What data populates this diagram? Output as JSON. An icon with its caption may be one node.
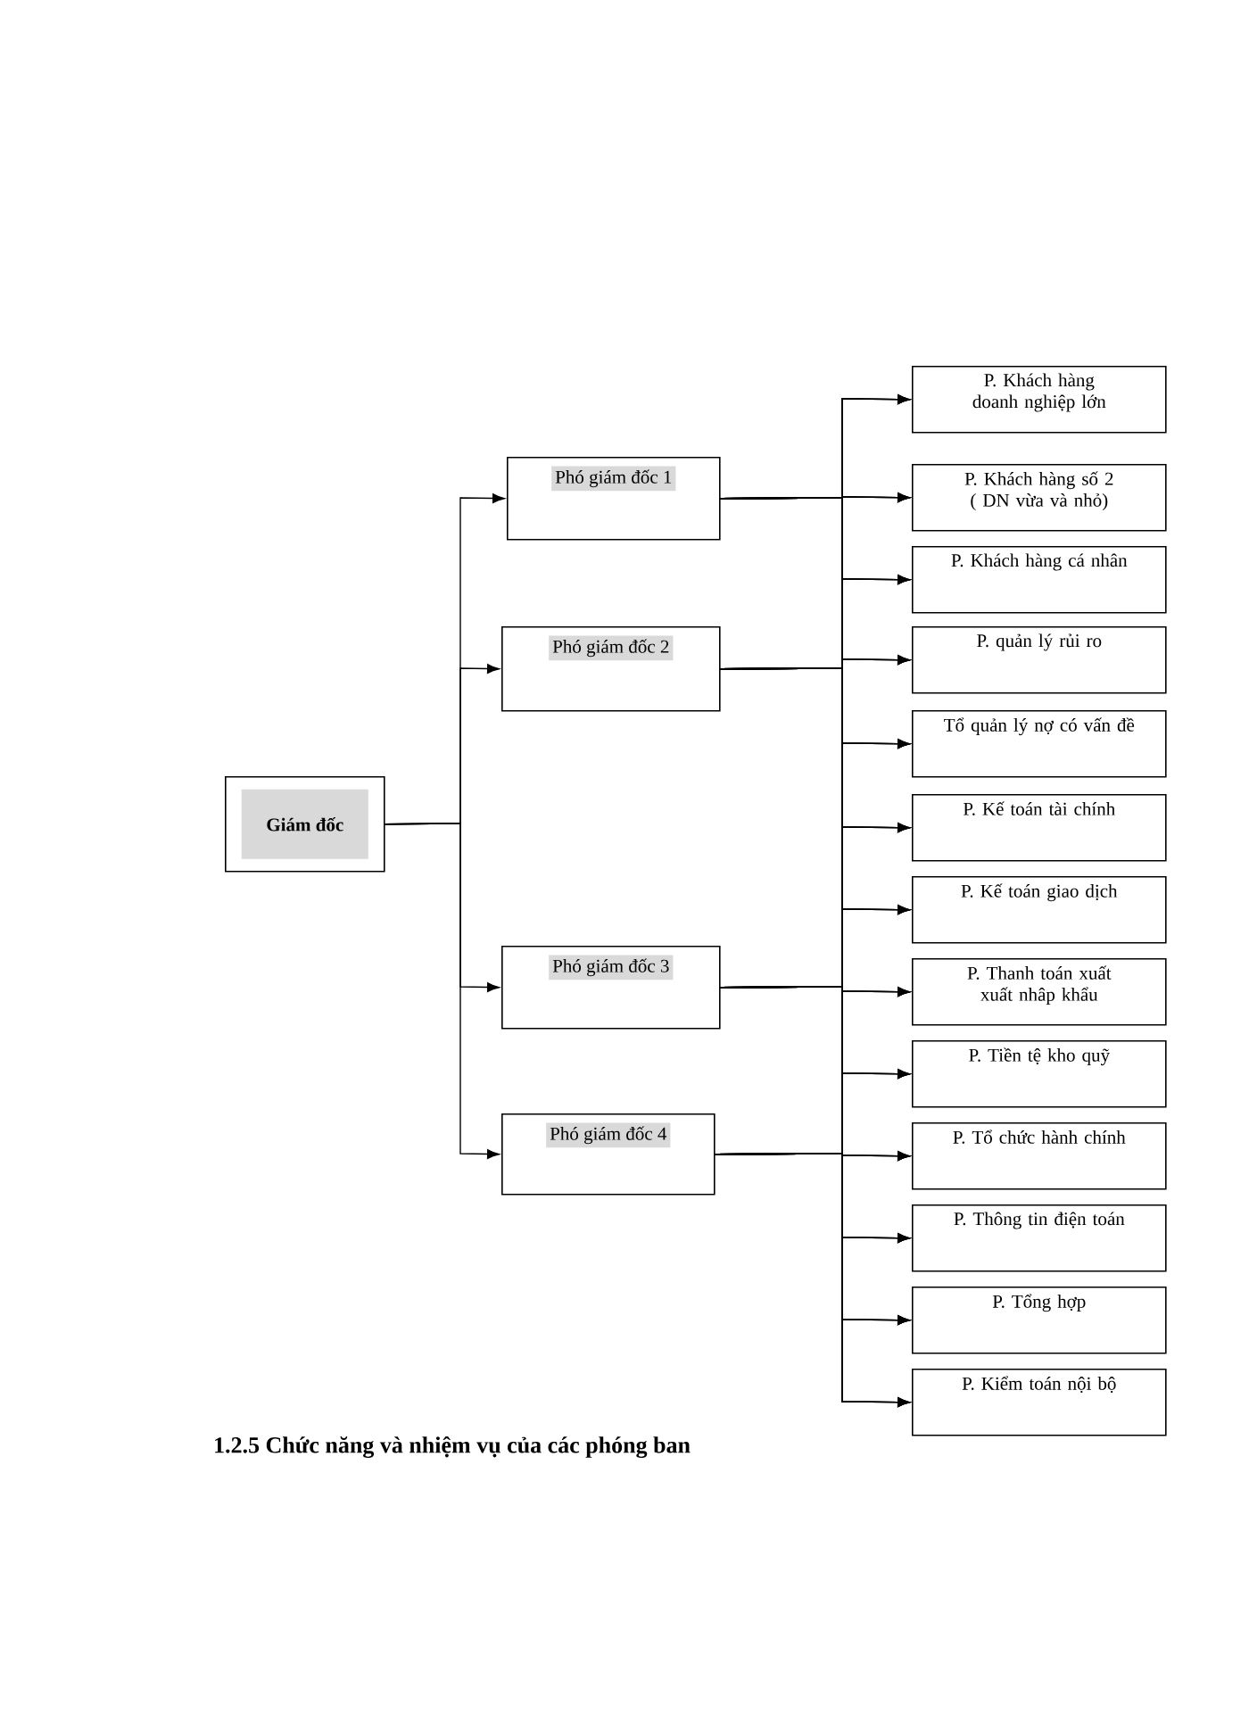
{
  "diagram": {
    "nodes": [
      {
        "text": [
          "Giám đốc"
        ]
      },
      {
        "text": [
          "Phó giám đốc 1"
        ]
      },
      {
        "text": [
          "Phó giám đốc 2"
        ]
      },
      {
        "text": [
          "Phó giám đốc 3"
        ]
      },
      {
        "text": [
          "Phó giám đốc 4"
        ]
      },
      {
        "text": [
          "P. Khách hàng doanh nghiệp lớn"
        ]
      },
      {
        "text": [
          "P. Khách hàng số 2 ( DN vừa và nhỏ)"
        ]
      },
      {
        "text": [
          "P. Khách hàng cá nhân"
        ]
      },
      {
        "text": [
          "P. quản lý rủi ro"
        ]
      },
      {
        "text": [
          "Tổ quản lý nợ có vấn đề"
        ]
      },
      {
        "text": [
          "P. Kế toán tài chính"
        ]
      },
      {
        "text": [
          "P. Kế toán giao dịch"
        ]
      },
      {
        "text": [
          "P. Thanh toán xuất xuất nhâp khẩu"
        ]
      },
      {
        "text": [
          "P. Tiền tệ kho quỹ"
        ]
      },
      {
        "text": [
          "P. Tổ chức hành chính"
        ]
      },
      {
        "text": [
          "P. Thông tin điện toán"
        ]
      },
      {
        "text": [
          "P. Tổng hợp"
        ]
      },
      {
        "text": [
          "P. Kiểm toán nội bộ"
        ]
      }
    ],
    "edges": [
      {
        "from": 0,
        "to": 1,
        "arrow": "to"
      },
      {
        "from": 0,
        "to": 2,
        "arrow": "to"
      },
      {
        "from": 0,
        "to": 3,
        "arrow": "to"
      },
      {
        "from": 0,
        "to": 4,
        "arrow": "to"
      },
      {
        "from": 1,
        "to": 5,
        "arrow": "to"
      },
      {
        "from": 1,
        "to": 6,
        "arrow": "to"
      },
      {
        "from": 1,
        "to": 7,
        "arrow": "to"
      },
      {
        "from": 1,
        "to": 8,
        "arrow": "to"
      },
      {
        "from": 1,
        "to": 9,
        "arrow": "to"
      },
      {
        "from": 1,
        "to": 10,
        "arrow": "to"
      },
      {
        "from": 1,
        "to": 11,
        "arrow": "to"
      },
      {
        "from": 1,
        "to": 12,
        "arrow": "to"
      },
      {
        "from": 1,
        "to": 13,
        "arrow": "to"
      },
      {
        "from": 1,
        "to": 14,
        "arrow": "to"
      },
      {
        "from": 1,
        "to": 15,
        "arrow": "to"
      },
      {
        "from": 1,
        "to": 16,
        "arrow": "to"
      },
      {
        "from": 1,
        "to": 17,
        "arrow": "to"
      },
      {
        "from": 2,
        "to": 5,
        "arrow": "to"
      },
      {
        "from": 2,
        "to": 6,
        "arrow": "to"
      },
      {
        "from": 2,
        "to": 7,
        "arrow": "to"
      },
      {
        "from": 2,
        "to": 8,
        "arrow": "to"
      },
      {
        "from": 2,
        "to": 9,
        "arrow": "to"
      },
      {
        "from": 2,
        "to": 10,
        "arrow": "to"
      },
      {
        "from": 2,
        "to": 11,
        "arrow": "to"
      },
      {
        "from": 2,
        "to": 12,
        "arrow": "to"
      },
      {
        "from": 2,
        "to": 13,
        "arrow": "to"
      },
      {
        "from": 2,
        "to": 14,
        "arrow": "to"
      },
      {
        "from": 2,
        "to": 15,
        "arrow": "to"
      },
      {
        "from": 2,
        "to": 16,
        "arrow": "to"
      },
      {
        "from": 2,
        "to": 17,
        "arrow": "to"
      },
      {
        "from": 3,
        "to": 5,
        "arrow": "to"
      },
      {
        "from": 3,
        "to": 6,
        "arrow": "to"
      },
      {
        "from": 3,
        "to": 7,
        "arrow": "to"
      },
      {
        "from": 3,
        "to": 8,
        "arrow": "to"
      },
      {
        "from": 3,
        "to": 9,
        "arrow": "to"
      },
      {
        "from": 3,
        "to": 10,
        "arrow": "to"
      },
      {
        "from": 3,
        "to": 11,
        "arrow": "to"
      },
      {
        "from": 3,
        "to": 12,
        "arrow": "to"
      },
      {
        "from": 3,
        "to": 13,
        "arrow": "to"
      },
      {
        "from": 3,
        "to": 14,
        "arrow": "to"
      },
      {
        "from": 3,
        "to": 15,
        "arrow": "to"
      },
      {
        "from": 3,
        "to": 16,
        "arrow": "to"
      },
      {
        "from": 3,
        "to": 17,
        "arrow": "to"
      },
      {
        "from": 4,
        "to": 5,
        "arrow": "to"
      },
      {
        "from": 4,
        "to": 6,
        "arrow": "to"
      },
      {
        "from": 4,
        "to": 7,
        "arrow": "to"
      },
      {
        "from": 4,
        "to": 8,
        "arrow": "to"
      },
      {
        "from": 4,
        "to": 9,
        "arrow": "to"
      },
      {
        "from": 4,
        "to": 10,
        "arrow": "to"
      },
      {
        "from": 4,
        "to": 11,
        "arrow": "to"
      },
      {
        "from": 4,
        "to": 12,
        "arrow": "to"
      },
      {
        "from": 4,
        "to": 13,
        "arrow": "to"
      },
      {
        "from": 4,
        "to": 14,
        "arrow": "to"
      },
      {
        "from": 4,
        "to": 15,
        "arrow": "to"
      },
      {
        "from": 4,
        "to": 16,
        "arrow": "to"
      },
      {
        "from": 4,
        "to": 17,
        "arrow": "to"
      }
    ],
    "labels": [
      "1.2.5 Chức năng và nhiệm vụ của các phóng ban"
    ]
  }
}
